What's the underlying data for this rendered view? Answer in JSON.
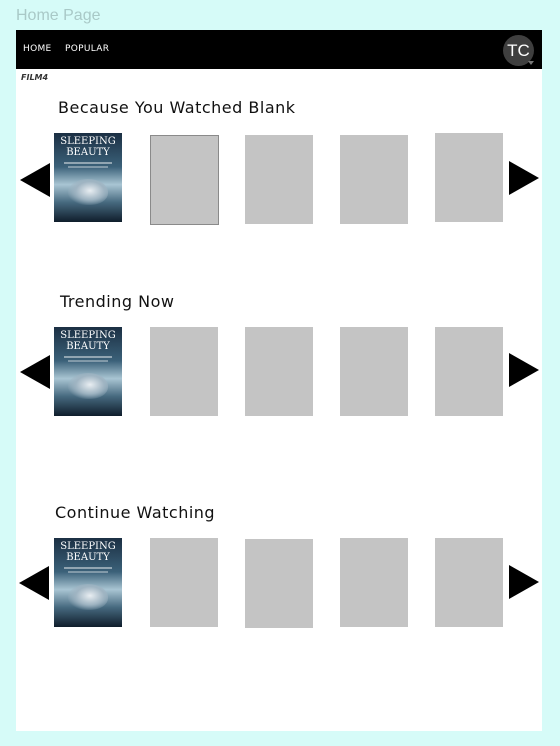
{
  "page": {
    "label": "Home Page"
  },
  "nav": {
    "links": [
      "HOME",
      "POPULAR"
    ],
    "avatar_initials": "TC",
    "brand": "FILM4"
  },
  "rows": [
    {
      "title": "Because You Watched Blank",
      "poster_title_line1": "SLEEPING",
      "poster_title_line2": "BEAUTY"
    },
    {
      "title": "Trending Now",
      "poster_title_line1": "SLEEPING",
      "poster_title_line2": "BEAUTY"
    },
    {
      "title": "Continue Watching",
      "poster_title_line1": "SLEEPING",
      "poster_title_line2": "BEAUTY"
    }
  ],
  "colors": {
    "background": "#d6fbf8",
    "navbar": "#000000",
    "placeholder_tile": "#c4c4c4"
  }
}
